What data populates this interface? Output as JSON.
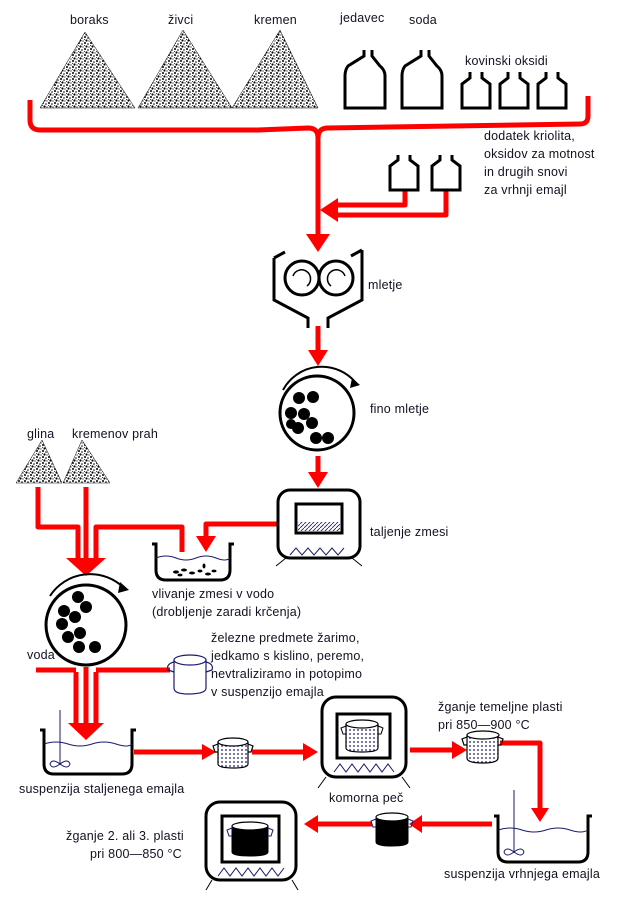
{
  "title": "Postopek emajliranja",
  "colors": {
    "flow_arrow": "#ff0000",
    "outline": "#000000",
    "water_line": "#1a1a6e",
    "label_text": "#111122"
  },
  "raw_materials": {
    "piles": [
      "boraks",
      "živci",
      "kremen"
    ],
    "bottles": [
      "jedavec",
      "soda"
    ],
    "metal_oxides": "kovinski oksidi",
    "metal_oxides_count": 3
  },
  "additives": {
    "label_lines": [
      "dodatek kriolita,",
      "oksidov za motnost",
      "in drugih snovi",
      "za vrhnji emajl"
    ],
    "bottle_count": 2
  },
  "steps": {
    "milling": "mletje",
    "fine_milling": "fino mletje",
    "melting": "taljenje zmesi",
    "pouring_lines": [
      "vlivanje zmesi v vodo",
      "(drobljenje zaradi krčenja)"
    ],
    "water": "voda",
    "ground_coat_suspension": "suspenzija staljenega emajla",
    "chamber_furnace": "komorna peč",
    "ground_coat_firing_lines": [
      "žganje temeljne plasti",
      "pri 850—900 °C"
    ],
    "top_coat_suspension": "suspenzija vrhnjega emajla",
    "top_coat_firing_lines": [
      "žganje 2. ali 3. plasti",
      "pri 800—850 °C"
    ]
  },
  "clay": {
    "piles": [
      "glina",
      "kremenov prah"
    ]
  },
  "iron_prep": {
    "label_lines": [
      "železne predmete žarimo,",
      "jedkamo s kislino, peremo,",
      "nevtraliziramo in potopimo",
      "v suspenzijo emajla"
    ]
  }
}
